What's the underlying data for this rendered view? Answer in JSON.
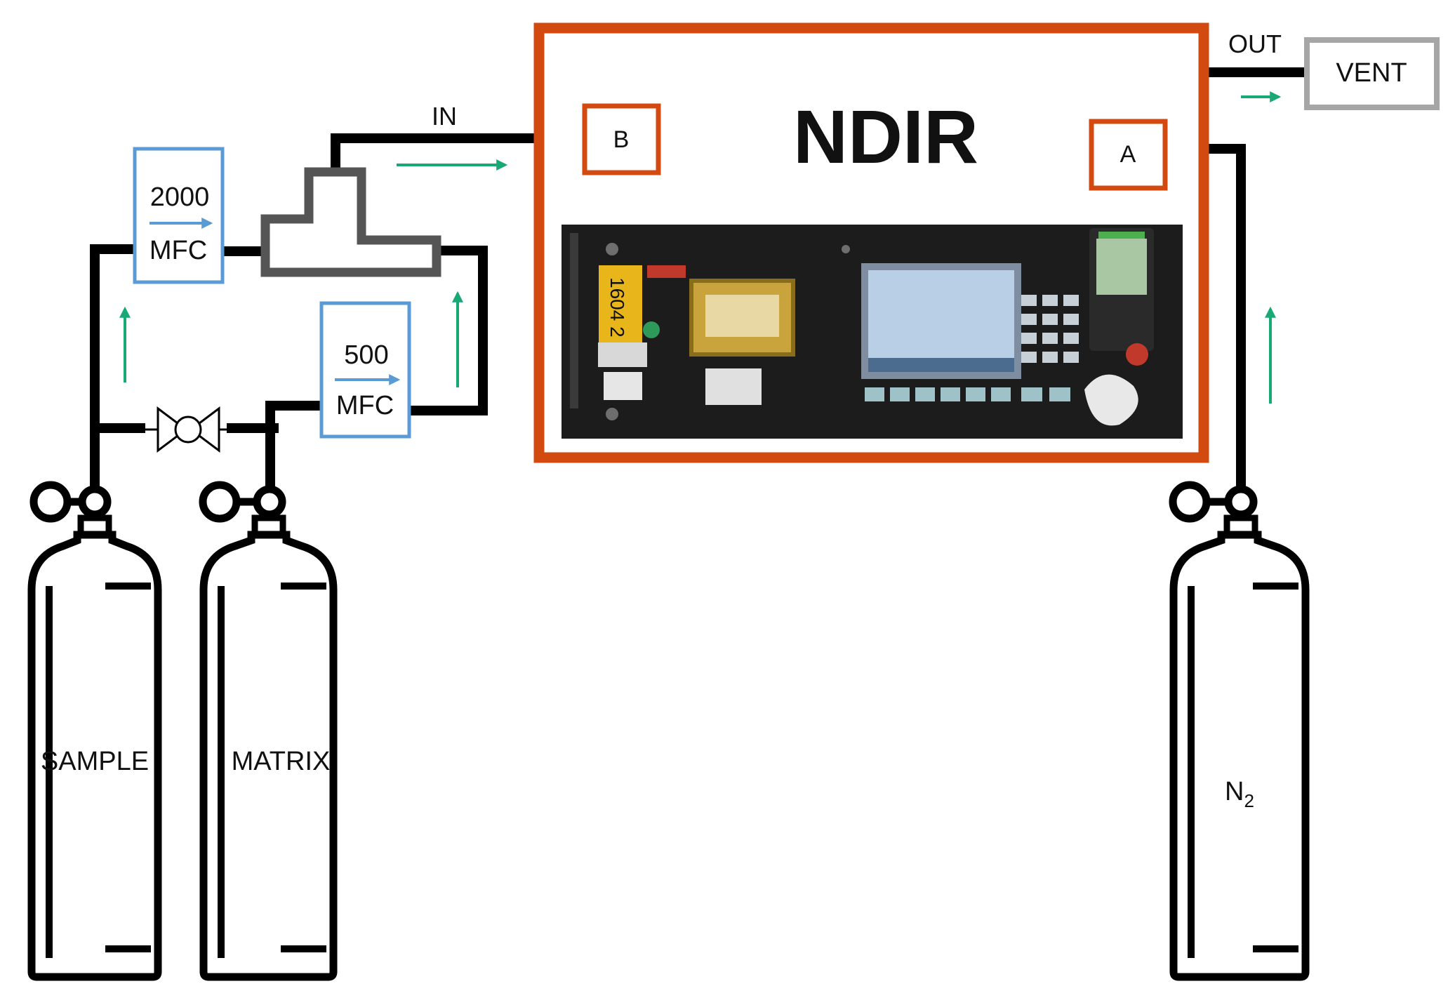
{
  "colors": {
    "instrument_border": "#d24a0f",
    "mfc_border": "#5b9bd5",
    "vent_border": "#a6a6a6",
    "tee": "#555555",
    "pipe": "#000000",
    "flow_arrow": "#19a974",
    "mfc_arrow": "#5b9bd5"
  },
  "instrument": {
    "title": "NDIR",
    "port_b": "B",
    "port_a": "A",
    "panel_label": "1604 2"
  },
  "labels": {
    "in": "IN",
    "out": "OUT",
    "vent": "VENT"
  },
  "mfc_high": {
    "value": "2000",
    "unit": "MFC"
  },
  "mfc_low": {
    "value": "500",
    "unit": "MFC"
  },
  "cylinders": {
    "sample": "SAMPLE",
    "matrix": "MATRIX",
    "n2_base": "N",
    "n2_sub": "2"
  },
  "icons": {
    "valve": "needle-valve-icon",
    "regulator": "regulator-knob-icon",
    "arrow": "flow-arrow-icon"
  }
}
